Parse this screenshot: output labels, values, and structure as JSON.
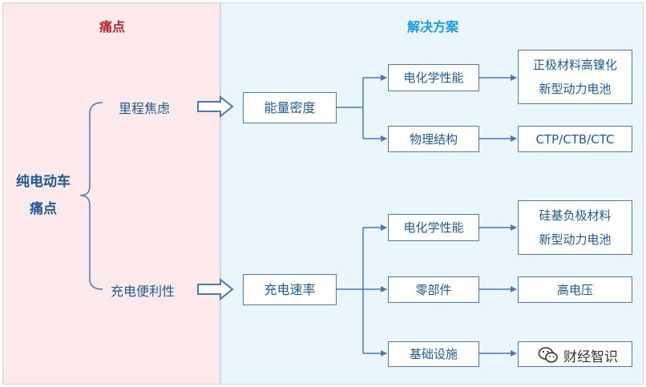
{
  "left_panel": {
    "title": "痛点"
  },
  "right_panel": {
    "title": "解决方案"
  },
  "root": {
    "line1": "纯电动车",
    "line2": "痛点"
  },
  "pain_points": [
    {
      "label": "里程焦虑"
    },
    {
      "label": "充电便利性"
    }
  ],
  "solutions": [
    {
      "label": "能量密度",
      "branches": [
        {
          "label": "电化学性能",
          "result_line1": "正极材料高镍化",
          "result_line2": "新型动力电池"
        },
        {
          "label": "物理结构",
          "result_line1": "CTP/CTB/CTC",
          "result_line2": ""
        }
      ]
    },
    {
      "label": "充电速率",
      "branches": [
        {
          "label": "电化学性能",
          "result_line1": "硅基负极材料",
          "result_line2": "新型动力电池"
        },
        {
          "label": "零部件",
          "result_line1": "高电压",
          "result_line2": ""
        },
        {
          "label": "基础设施",
          "result_line1": "",
          "result_line2": ""
        }
      ]
    }
  ],
  "watermark": {
    "text": "财经智识",
    "icon": "wechat-logo-icon"
  },
  "colors": {
    "left_bg": "#fbe9ec",
    "right_bg": "#eaf5fc",
    "left_title": "#b7282e",
    "right_title": "#1d9bd8",
    "box_border": "#4a7ab0",
    "text": "#1f5a94",
    "arrow": "#4a7ab0"
  }
}
